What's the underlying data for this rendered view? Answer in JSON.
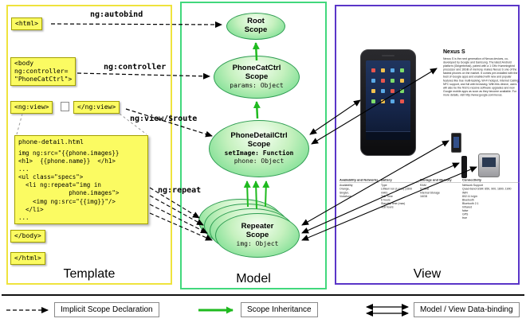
{
  "colors": {
    "template_border": "#efe33d",
    "model_border": "#41d87c",
    "view_border": "#5a35c8",
    "code_box_bg": "#fbfb62",
    "scope_fill_green": "#63d883",
    "inheritance_arrow_green": "#1fba1f"
  },
  "template": {
    "panel_label": "Template",
    "html_open": "<html>",
    "body_open": "<body\nng:controller=\n\"PhoneCatCtrl\">",
    "ngview_open": "<ng:view>",
    "ngview_close": "</ng:view>",
    "body_close": "</body>",
    "html_close": "</html>",
    "labels": {
      "autobind": "ng:autobind",
      "controller": "ng:controller",
      "view_route": "ng:view/$route",
      "repeat": "ng:repeat"
    },
    "code": {
      "title": "phone-detail.html",
      "lines": [
        "img ng:src=\"{{phone.images}}",
        "<h1>  {{phone.name}}  </h1>",
        "...",
        "<ul class=\"specs\">",
        "  <li ng:repeat=\"img in",
        "              phone.images\">",
        "    <img ng:src=\"{{img}}\"/>",
        "  </li>",
        "..."
      ]
    }
  },
  "model": {
    "panel_label": "Model",
    "root": {
      "title": "Root\nScope"
    },
    "phonecat": {
      "title": "PhoneCatCtrl\nScope",
      "prop": "params: Object"
    },
    "phonedetail": {
      "title": "PhoneDetailCtrl\nScope",
      "prop_bold": "setImage: Function",
      "prop": "phone: Object"
    },
    "repeater": {
      "title": "Repeater\nScope",
      "prop": "img: Object"
    }
  },
  "view": {
    "panel_label": "View",
    "product_title": "Nexus S",
    "description": "Nexus S is the next generation of Nexus devices, co-developed by Google and Samsung. The latest Android platform (Gingerbread), paired with a 1 GHz Hummingbird processor and 16GB of memory, makes Nexus S one of the fastest phones on the market. It comes pre-installed with the best of Google apps and enabled with new and popular features like true multi-tasking, Wi-Fi hotspot, Internet Calling, NFC support, and full web browsing. With this device, users will also be the first to receive software upgrades and new Google mobile apps as soon as they become available. For more details, visit http://www.google.com/nexus.",
    "specs": [
      {
        "header": "Availability and Networks",
        "rows": "Availability\nOrange,\nSingtel,\nVodafone"
      },
      {
        "header": "Battery",
        "rows": "Type\nLithium Ion (Li-Ion) (1500 mAh)\nTalk Time\n6 hours\nStandby time (max)\n428 hours"
      },
      {
        "header": "Storage and Memory",
        "rows": "RAM\n512MB\nInternal Storage\n16GB"
      },
      {
        "header": "Connectivity",
        "rows": "Network Support\nQuad-band GSM: 850, 900, 1800, 1900\nWiFi\n802.11 b/g/n\nBluetooth\nBluetooth 2.1\nInfrared\nfalse\nGPS\ntrue"
      }
    ]
  },
  "legend": {
    "implicit": "Implicit Scope Declaration",
    "inheritance": "Scope Inheritance",
    "databinding": "Model / View Data-binding"
  }
}
